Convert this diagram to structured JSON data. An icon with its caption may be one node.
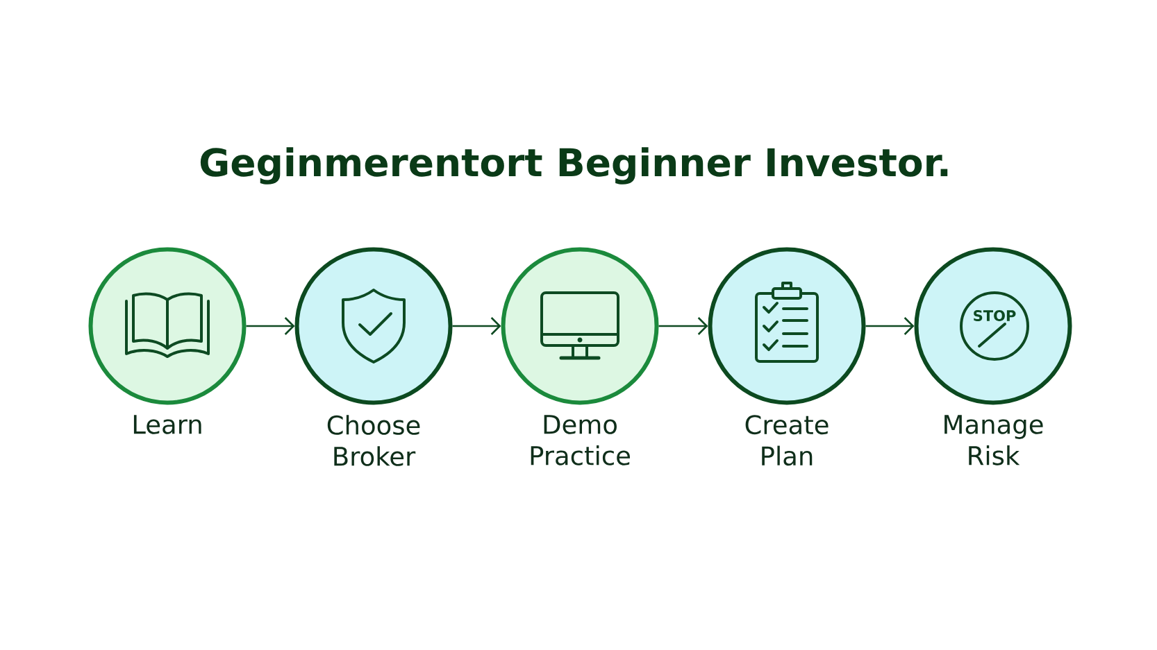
{
  "diagram": {
    "title": "Geginmerentort Beginner Investor.",
    "nodes": [
      {
        "text": [
          "Learn"
        ]
      },
      {
        "text": [
          "Choose Broker"
        ]
      },
      {
        "text": [
          "Demo Practice"
        ]
      },
      {
        "text": [
          "Create Plan"
        ]
      },
      {
        "text": [
          "Manage Risk"
        ]
      }
    ],
    "edges": [
      {
        "from": 0,
        "to": 1,
        "arrow": "to"
      },
      {
        "from": 1,
        "to": 2,
        "arrow": "to"
      },
      {
        "from": 2,
        "to": 3,
        "arrow": "to"
      },
      {
        "from": 3,
        "to": 4,
        "arrow": "to"
      }
    ],
    "labels": [
      "STOP"
    ]
  }
}
